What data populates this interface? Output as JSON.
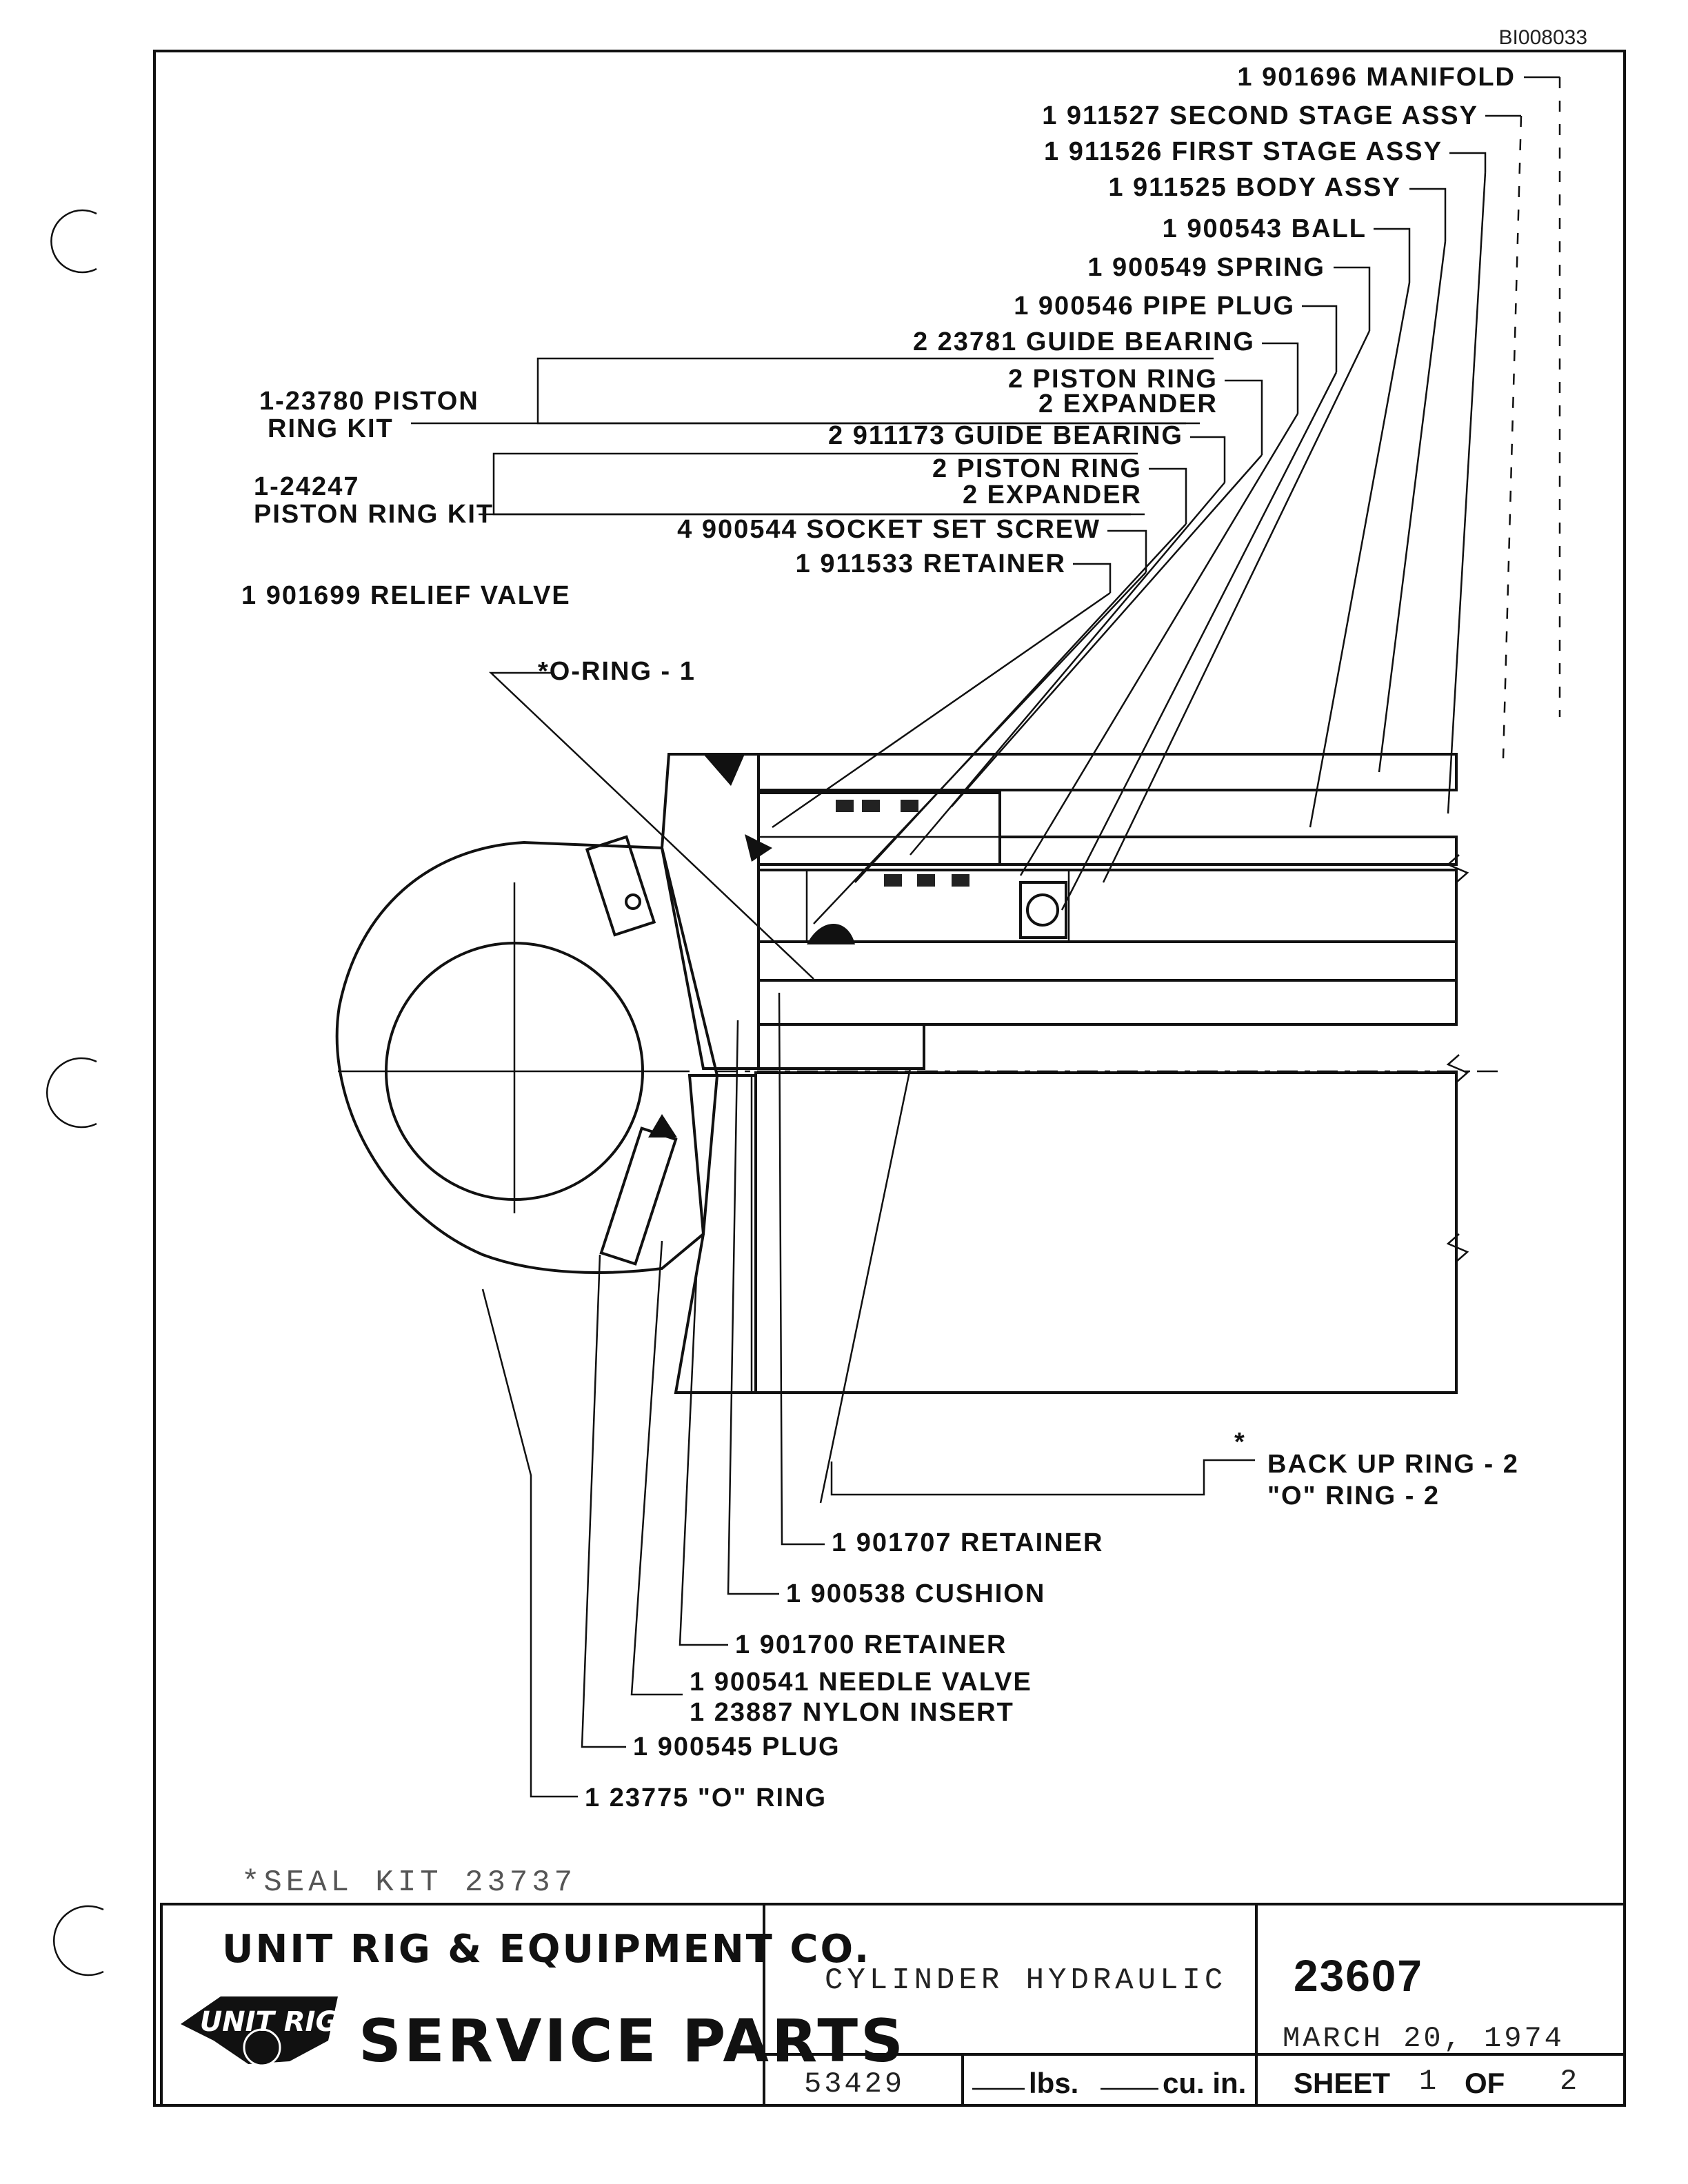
{
  "document_id": "BI008033",
  "callouts_right": [
    "1 901696 MANIFOLD",
    "1 911527 SECOND STAGE ASSY",
    "1 911526 FIRST STAGE ASSY",
    "1 911525 BODY ASSY",
    "1 900543 BALL",
    "1 900549 SPRING",
    "1 900546 PIPE PLUG",
    "2 23781 GUIDE BEARING",
    "2 PISTON RING",
    "2 EXPANDER",
    "2 911173 GUIDE BEARING",
    "2 PISTON RING",
    "2 EXPANDER",
    "4 900544 SOCKET SET SCREW",
    "1 911533 RETAINER"
  ],
  "kits": {
    "kit1_line1": "1-23780 PISTON",
    "kit1_line2": "RING KIT",
    "kit2_line1": "1-24247",
    "kit2_line2": "PISTON RING KIT"
  },
  "relief_valve": "1 901699 RELIEF VALVE",
  "o_ring_1": "*O-RING - 1",
  "callouts_bottom": [
    "1 901707 RETAINER",
    "1 900538 CUSHION",
    "1 901700 RETAINER",
    "1 900541 NEEDLE VALVE",
    "1 23887 NYLON INSERT",
    "1 900545 PLUG",
    "1 23775 \"O\" RING"
  ],
  "backup": {
    "line1": "BACK UP RING - 2",
    "line2": "\"O\" RING - 2",
    "star": "*"
  },
  "seal_kit": "*SEAL KIT 23737",
  "title_block": {
    "company": "UNIT RIG & EQUIPMENT CO.",
    "logo_text": "UNIT RIG",
    "service_parts": "SERVICE PARTS",
    "title": "CYLINDER HYDRAULIC",
    "part_number": "23607",
    "date": "MARCH 20, 1974",
    "weight_code": "53429",
    "lbs_label": "lbs.",
    "cuin_label": "cu. in.",
    "sheet_label": "SHEET",
    "sheet_num": "1",
    "of_label": "OF",
    "sheet_total": "2"
  }
}
